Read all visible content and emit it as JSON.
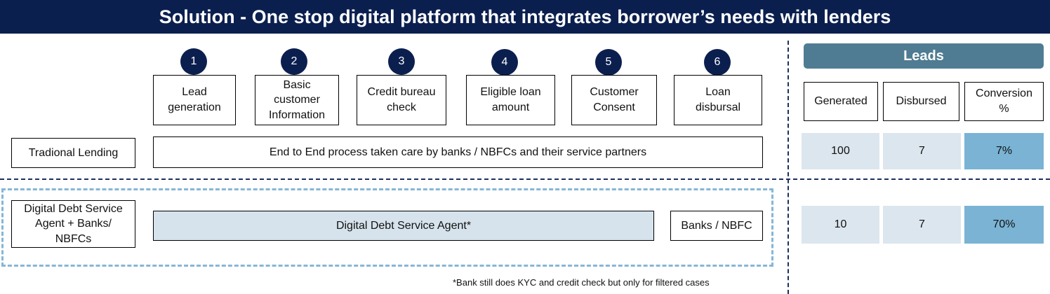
{
  "title": "Solution - One stop digital platform that integrates borrower’s needs with lenders",
  "steps": [
    {
      "number": "1",
      "label": "Lead generation"
    },
    {
      "number": "2",
      "label": "Basic customer Information"
    },
    {
      "number": "3",
      "label": "Credit bureau check"
    },
    {
      "number": "4",
      "label": "Eligible loan amount"
    },
    {
      "number": "5",
      "label": "Customer Consent"
    },
    {
      "number": "6",
      "label": "Loan disbursal"
    }
  ],
  "traditional": {
    "label": "Tradional Lending",
    "process": "End to End process taken care by banks / NBFCs and their service partners"
  },
  "digital": {
    "label": "Digital Debt Service Agent + Banks/ NBFCs",
    "agent": "Digital Debt Service Agent*",
    "bank": "Banks / NBFC"
  },
  "leads": {
    "title": "Leads",
    "headers": [
      "Generated",
      "Disbursed",
      "Conversion %"
    ],
    "rows": [
      {
        "generated": "100",
        "disbursed": "7",
        "conversion": "7%"
      },
      {
        "generated": "10",
        "disbursed": "7",
        "conversion": "70%"
      }
    ]
  },
  "colors": {
    "navy": "#0b1f4f",
    "leads_header": "#4f7c92",
    "light_cell": "#dce6ee",
    "highlight_cell": "#7ab3d4",
    "agent_fill": "#d6e3ec",
    "highlight_frame": "#86b6d6"
  },
  "footnote": "*Bank still does KYC and credit check but only for filtered cases"
}
